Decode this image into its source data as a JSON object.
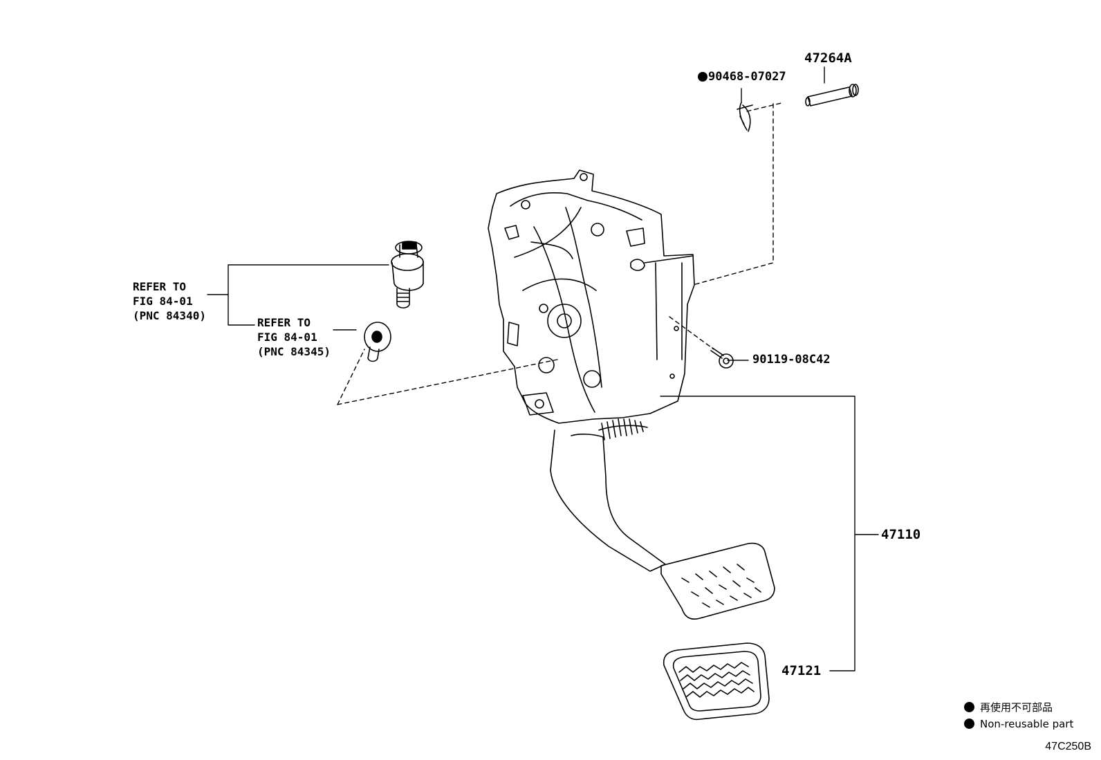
{
  "parts": {
    "pin": "47264A",
    "clip": "90468-07027",
    "bolt": "90119-08C42",
    "pedal_assy": "47110",
    "pedal_pad": "47121"
  },
  "refs": {
    "switch": {
      "line1": "REFER TO",
      "line2": "FIG 84-01",
      "line3": "(PNC 84340)"
    },
    "cushion": {
      "line1": "REFER TO",
      "line2": "FIG 84-01",
      "line3": "(PNC 84345)"
    }
  },
  "legend": {
    "jp": "再使用不可部品",
    "en": "Non-reusable part"
  },
  "figure_code": "47C250B"
}
